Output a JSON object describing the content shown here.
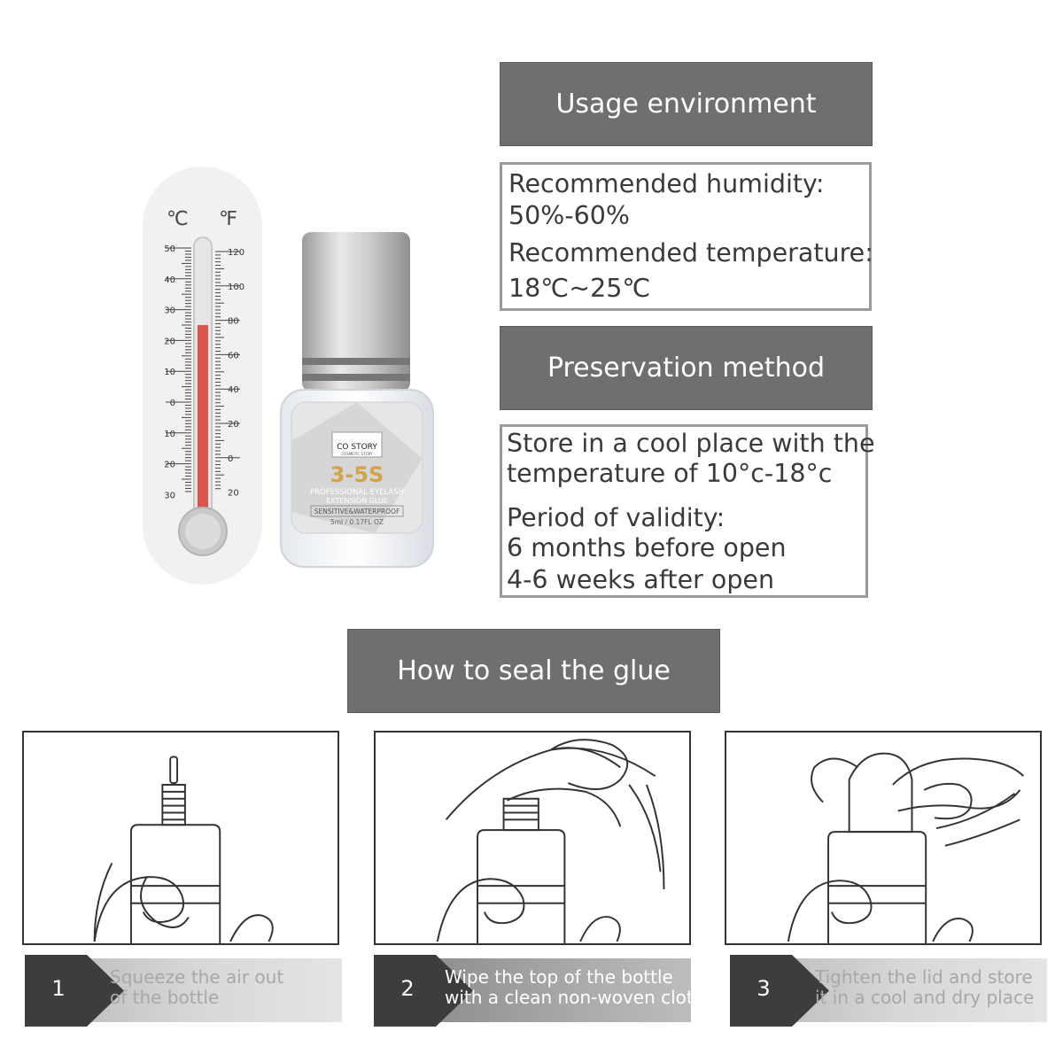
{
  "usage": {
    "title": "Usage environment",
    "humidity_label": "Recommended humidity:",
    "humidity_value": "50%-60%",
    "temperature_label": "Recommended temperature:",
    "temperature_value": "18℃~25℃"
  },
  "preservation": {
    "title": "Preservation method",
    "line1": "Store in a cool place with the",
    "line2": "temperature of 10°c-18°c",
    "validity_label": "Period of validity:",
    "validity_line1": "6 months before open",
    "validity_line2": "4-6 weeks after open"
  },
  "thermometer": {
    "unit_c": "℃",
    "unit_f": "℉",
    "celsius_ticks": [
      "50",
      "40",
      "30",
      "20",
      "10",
      "0",
      "10",
      "20",
      "30"
    ],
    "fahrenheit_ticks": [
      "120",
      "100",
      "80",
      "60",
      "40",
      "20",
      "0",
      "20"
    ],
    "mercury_color": "#d9534f",
    "level_celsius": 25
  },
  "bottle": {
    "brand": "CO STORY",
    "brand_sub": "COSMETIC STORY",
    "model": "3-5S",
    "name_line1": "PROFESSIONAL EYELASH",
    "name_line2": "EXTENSION GLUE",
    "tagline": "SENSITIVE&WATERPROOF",
    "volume": "5ml / 0.17FL OZ"
  },
  "seal": {
    "title": "How to seal the glue",
    "steps": [
      {
        "num": "1",
        "line1": "Squeeze the air out",
        "line2": "of the bottle"
      },
      {
        "num": "2",
        "line1": "Wipe the top of the bottle",
        "line2": "with a clean non-woven cloth"
      },
      {
        "num": "3",
        "line1": "Tighten the lid and store",
        "line2": "it in a cool and dry place"
      }
    ]
  },
  "colors": {
    "header_bg": "#6f6f6f",
    "box_border": "#9a9a9a",
    "step_dark": "#3d3d3d",
    "step_light": "#d4d4d4"
  }
}
